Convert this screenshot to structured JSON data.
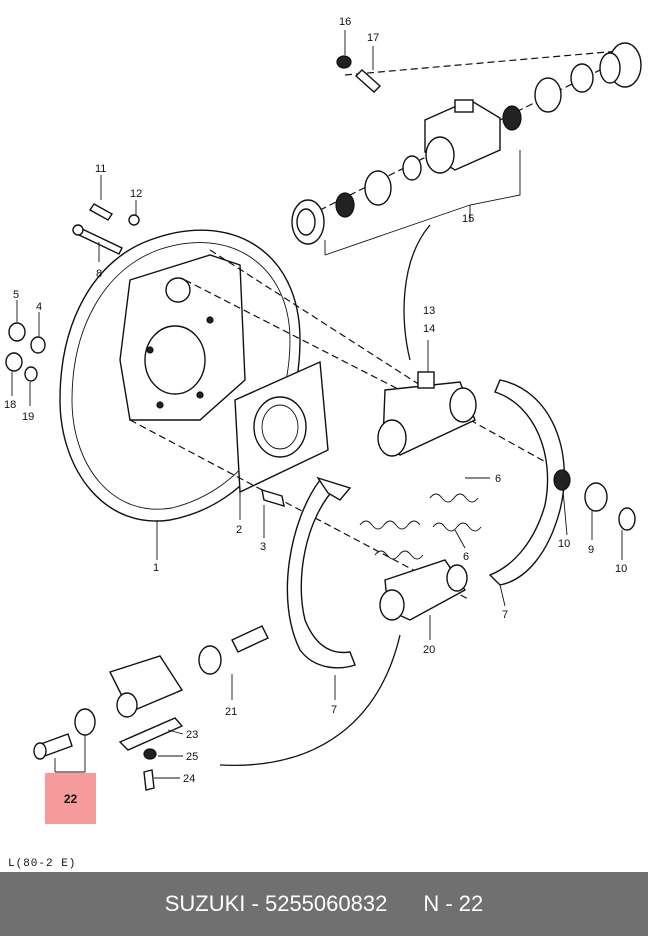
{
  "diagram": {
    "callouts": {
      "c1": "1",
      "c2": "2",
      "c3": "3",
      "c4": "4",
      "c5": "5",
      "c6a": "6",
      "c6b": "6",
      "c7a": "7",
      "c7b": "7",
      "c8": "8",
      "c9": "9",
      "c10a": "10",
      "c10b": "10",
      "c11": "11",
      "c12": "12",
      "c13": "13",
      "c14": "14",
      "c15": "15",
      "c16": "16",
      "c17": "17",
      "c18": "18",
      "c19": "19",
      "c20": "20",
      "c21": "21",
      "c22": "22",
      "c23": "23",
      "c24": "24",
      "c25": "25"
    },
    "ref_code": "L(80-2  E)"
  },
  "highlight": {
    "part_number": "22",
    "color": "#f58a8a"
  },
  "footer": {
    "brand_part": "SUZUKI - 5255060832",
    "position": "N - 22",
    "background": "#707070"
  }
}
